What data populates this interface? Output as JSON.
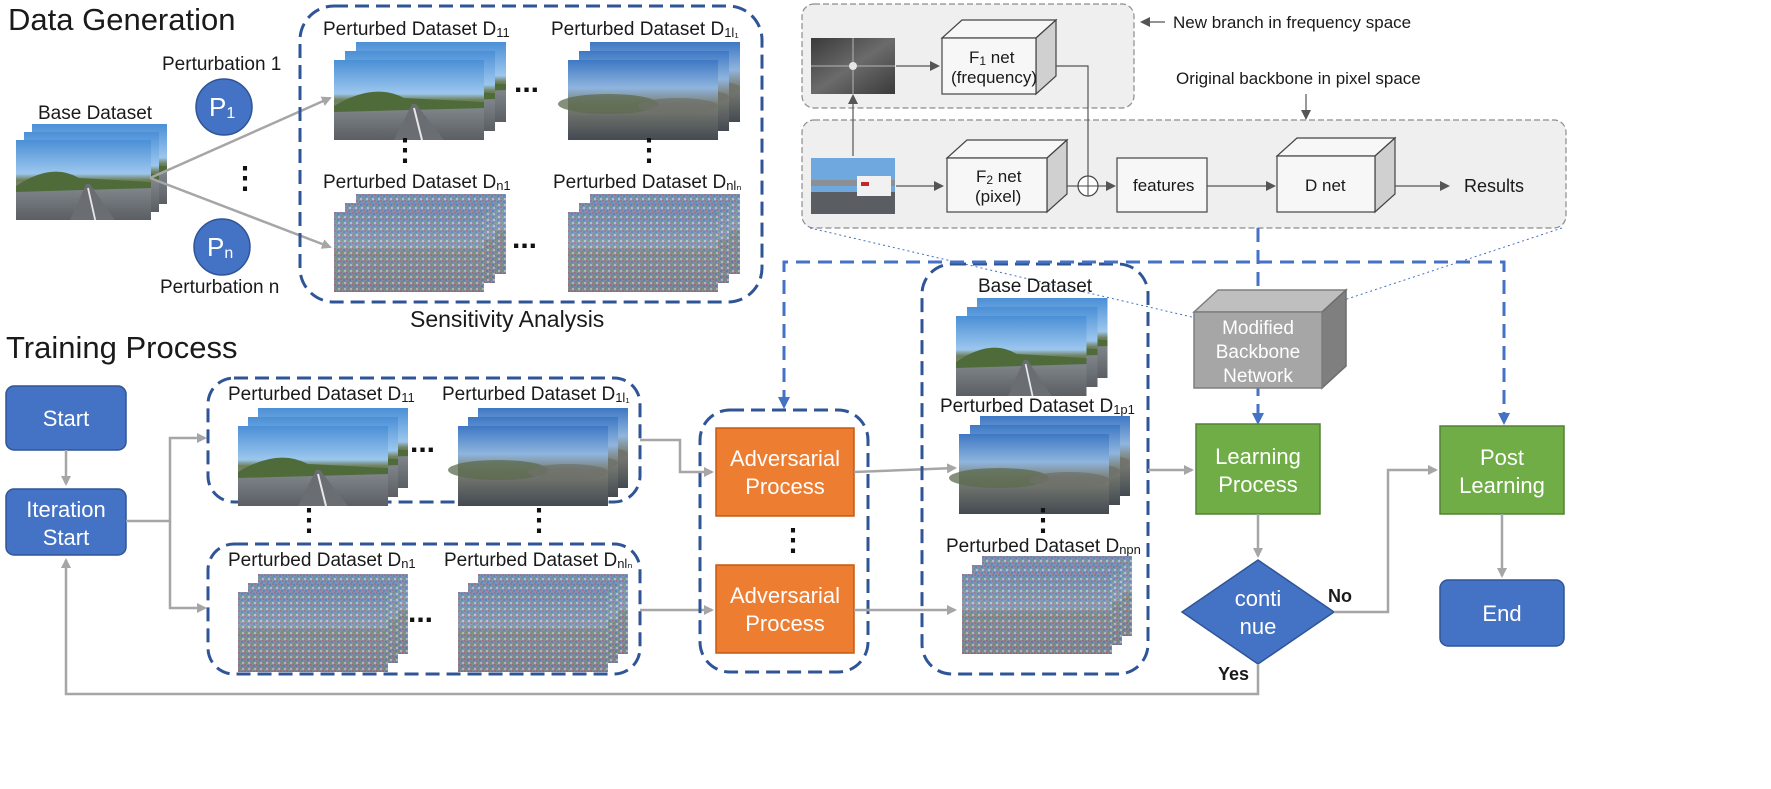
{
  "sections": {
    "data_generation": "Data Generation",
    "training_process": "Training Process",
    "sensitivity_analysis": "Sensitivity Analysis"
  },
  "data_generation": {
    "base_dataset": "Base Dataset",
    "perturbation_1": {
      "symbol": "P",
      "sub": "1",
      "label": "Perturbation 1"
    },
    "perturbation_n": {
      "symbol": "P",
      "sub": "n",
      "label": "Perturbation n"
    },
    "datasets": {
      "d11": {
        "text": "Perturbed Dataset D",
        "sub": "11"
      },
      "d1l": {
        "text": "Perturbed Dataset D",
        "sub": "1l₁"
      },
      "dn1": {
        "text": "Perturbed Dataset D",
        "sub": "n1"
      },
      "dnl": {
        "text": "Perturbed Dataset D",
        "sub": "nlₙ"
      }
    },
    "ellipsis_h": "...",
    "ellipsis_v": "⋮"
  },
  "backbone": {
    "new_branch_note": "New branch in frequency space",
    "original_note": "Original backbone in pixel space",
    "f1_net": {
      "name": "F",
      "sub": "1",
      "suffix": " net",
      "detail": "(frequency)"
    },
    "f2_net": {
      "name": "F",
      "sub": "2",
      "suffix": " net",
      "detail": "(pixel)"
    },
    "features": "features",
    "d_net": "D net",
    "results": "Results"
  },
  "training": {
    "start": "Start",
    "iteration_start": [
      "Iteration",
      "Start"
    ],
    "d11": {
      "text": "Perturbed Dataset D",
      "sub": "11"
    },
    "d1l": {
      "text": "Perturbed Dataset D",
      "sub": "1l₁"
    },
    "dn1": {
      "text": "Perturbed Dataset D",
      "sub": "n1"
    },
    "dnl": {
      "text": "Perturbed Dataset D",
      "sub": "nlₙ"
    },
    "adversarial_1": [
      "Adversarial",
      "Process"
    ],
    "adversarial_2": [
      "Adversarial",
      "Process"
    ],
    "base_dataset": "Base Dataset",
    "d1p": {
      "text": "Perturbed Dataset D",
      "sub": "1p1"
    },
    "dnp": {
      "text": "Perturbed Dataset D",
      "sub": "npn"
    },
    "modified_backbone": [
      "Modified",
      "Backbone",
      "Network"
    ],
    "learning_process": [
      "Learning",
      "Process"
    ],
    "decision": [
      "conti",
      "nue"
    ],
    "decision_no": "No",
    "decision_yes": "Yes",
    "post_learning": [
      "Post",
      "Learning"
    ],
    "end": "End"
  },
  "colors": {
    "blue_box": "#4472c4",
    "orange_box": "#ed7d31",
    "green_box": "#70ad47",
    "grey_cube": "#a6a6a6",
    "dashed_frame": "#2f5597",
    "dashed_blue_link": "#4472c4",
    "arrow_grey": "#a6a6a6",
    "panel_fill": "#efefef"
  }
}
